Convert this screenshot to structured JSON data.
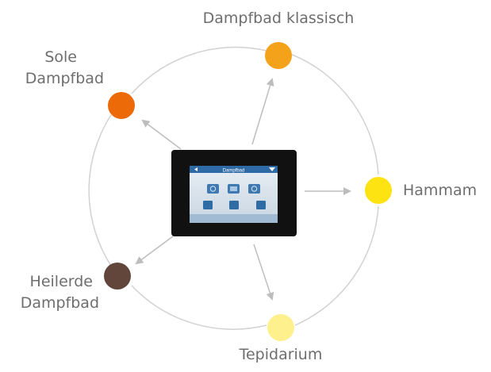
{
  "diagram": {
    "center_device": {
      "screen_title": "Dampfbad"
    },
    "modes": [
      {
        "id": "dampfbad-klassisch",
        "lines": [
          "Dampfbad klassisch"
        ],
        "color": "#F4A21A"
      },
      {
        "id": "hammam",
        "lines": [
          "Hammam"
        ],
        "color": "#FDE311"
      },
      {
        "id": "tepidarium",
        "lines": [
          "Tepidarium"
        ],
        "color": "#FEF08C"
      },
      {
        "id": "heilerde-dampfbad",
        "lines": [
          "Heilerde",
          "Dampfbad"
        ],
        "color": "#62463C"
      },
      {
        "id": "sole-dampfbad",
        "lines": [
          "Sole",
          "Dampfbad"
        ],
        "color": "#EC6A07"
      }
    ],
    "colors": {
      "ring": "#d2d2d2",
      "arrow": "#bdbdbd",
      "label_text": "#6e6e6e",
      "device_frame": "#111111",
      "device_screen": "#dde6ee",
      "device_header": "#2e6aa6"
    }
  }
}
